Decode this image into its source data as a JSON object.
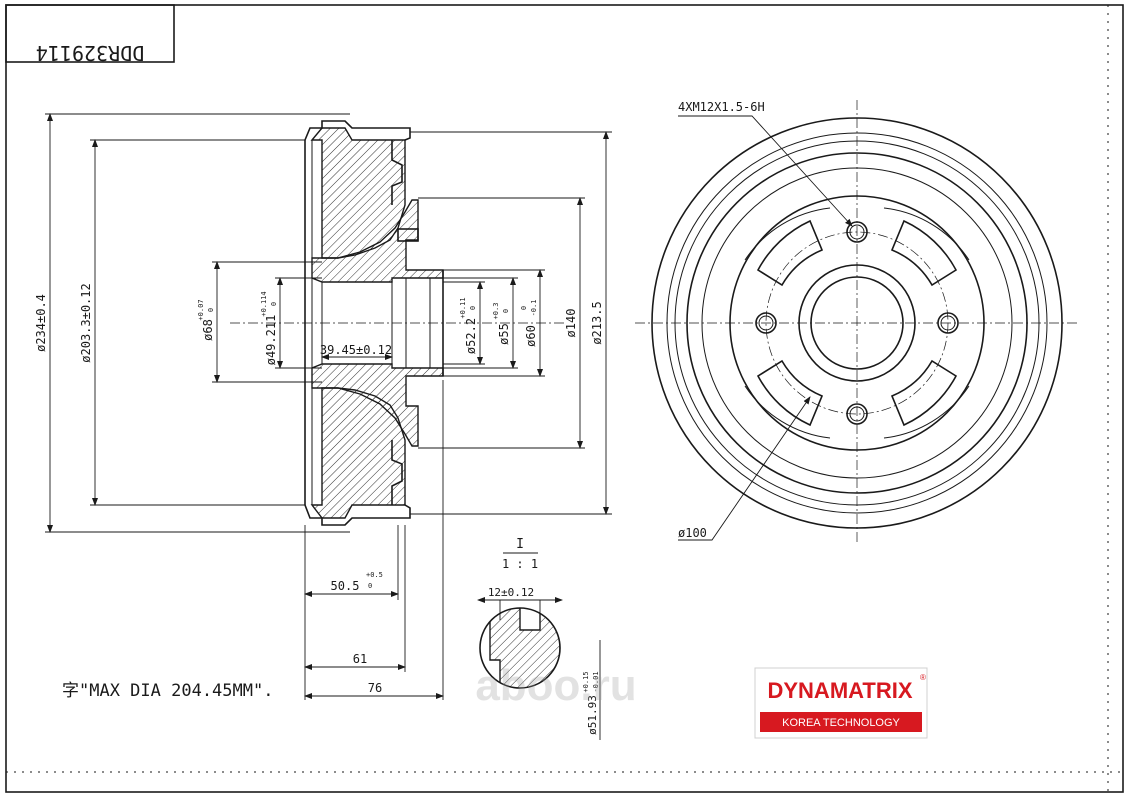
{
  "part_number": "DDR329114",
  "thread_spec": "4XM12X1.5-6H",
  "pcd": "ø100",
  "max_dia_note": "字\"MAX DIA 204.45MM\".",
  "detail": {
    "mark": "I",
    "scale": "1 : 1",
    "groove": "12±0.12",
    "dia": "ø51.93",
    "dia_tol_up": "+0.15",
    "dia_tol_low": "-0.01"
  },
  "dims": {
    "d234": "ø234±0.4",
    "d203": "ø203.3±0.12",
    "d68": "ø68",
    "d68_tol_up": "+0.07",
    "d68_tol_low": "0",
    "d49": "ø49.211",
    "d49_tol_up": "+0.114",
    "d49_tol_low": "0",
    "len39": "39.45±0.12",
    "d52": "ø52.2",
    "d52_tol_up": "+0.11",
    "d52_tol_low": "0",
    "d55": "ø55",
    "d55_tol_up": "+0.3",
    "d55_tol_low": "0",
    "d60": "ø60",
    "d60_tol_up": "0",
    "d60_tol_low": "-0.1",
    "d140": "ø140",
    "d213": "ø213.5",
    "len50": "50.5",
    "len50_tol_up": "+0.5",
    "len50_tol_low": "0",
    "len61": "61",
    "len76": "76"
  },
  "brand": {
    "name": "DYNAMATRIX",
    "reg": "®",
    "tagline": "KOREA TECHNOLOGY",
    "red": "#d71920"
  },
  "watermark": "aboo.ru"
}
